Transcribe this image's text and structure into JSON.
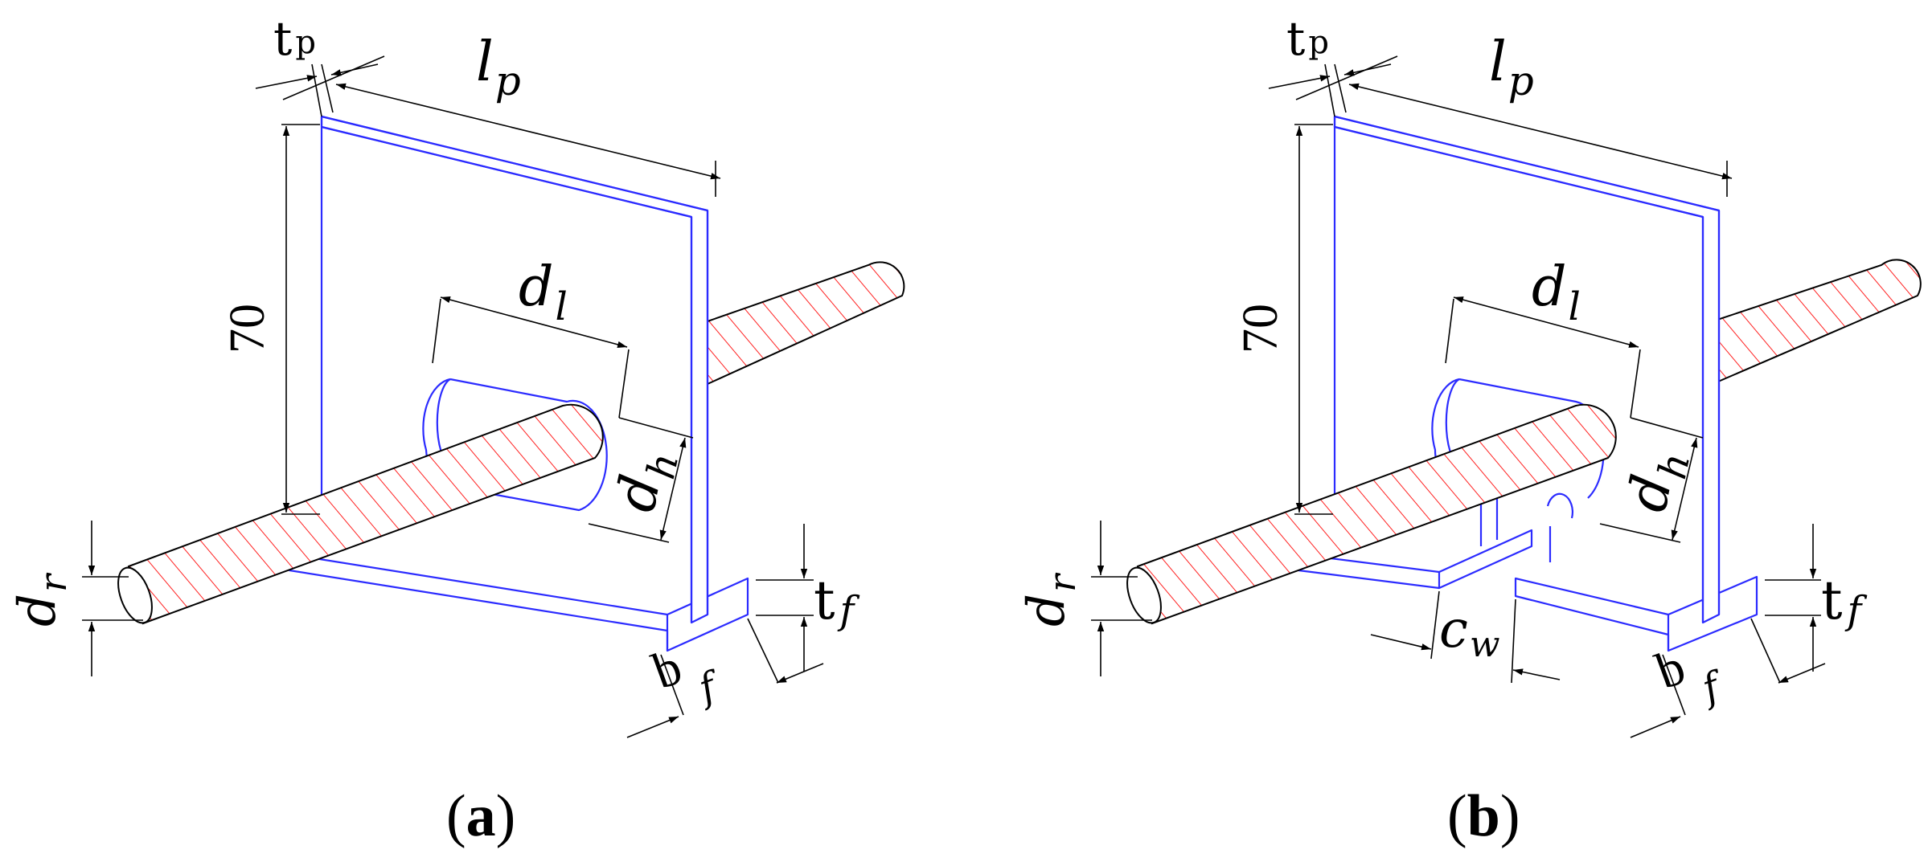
{
  "panels": [
    {
      "caption": "a",
      "labels": {
        "tp": "t",
        "tp_sub": "p",
        "lp": "l",
        "lp_sub": "p",
        "height": "70",
        "dl": "d",
        "dl_sub": "l",
        "dh": "d",
        "dh_sub": "h",
        "dr": "d",
        "dr_sub": "r",
        "tf": "t",
        "tf_sub": "f",
        "bf": "b",
        "bf_sub": "f"
      }
    },
    {
      "caption": "b",
      "labels": {
        "tp": "t",
        "tp_sub": "p",
        "lp": "l",
        "lp_sub": "p",
        "height": "70",
        "dl": "d",
        "dl_sub": "l",
        "dh": "d",
        "dh_sub": "h",
        "dr": "d",
        "dr_sub": "r",
        "tf": "t",
        "tf_sub": "f",
        "bf": "b",
        "bf_sub": "f",
        "cw": "c",
        "cw_sub": "w"
      }
    }
  ],
  "colors": {
    "outline": "#2b2bff",
    "hatch": "#ff2020",
    "dimension": "#000000"
  }
}
